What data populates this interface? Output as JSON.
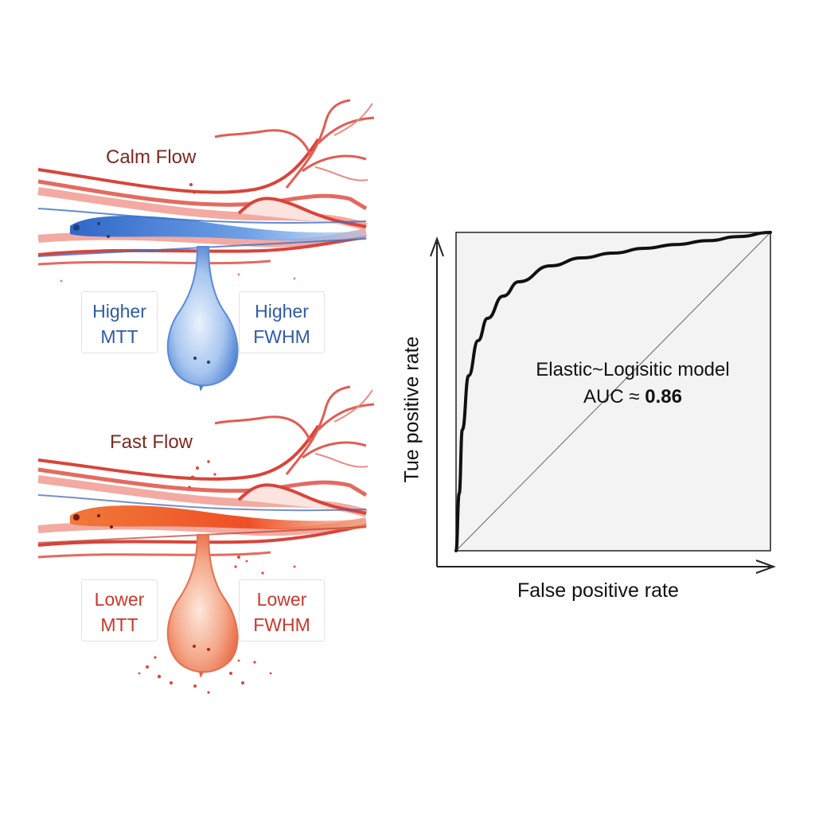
{
  "calm_flow": {
    "title": "Calm Flow",
    "left_label": {
      "line1": "Higher",
      "line2": "MTT"
    },
    "right_label": {
      "line1": "Higher",
      "line2": "FWHM"
    }
  },
  "fast_flow": {
    "title": "Fast Flow",
    "left_label": {
      "line1": "Lower",
      "line2": "MTT"
    },
    "right_label": {
      "line1": "Lower",
      "line2": "FWHM"
    }
  },
  "chart_data": {
    "type": "line",
    "xlabel": "False positive rate",
    "ylabel": "Tue positive rate",
    "xlim": [
      0,
      1
    ],
    "ylim": [
      0,
      1
    ],
    "grid": false,
    "annotation": {
      "model": "Elastic~Logisitic model",
      "auc_prefix": "AUC ≈ ",
      "auc_value": "0.86"
    },
    "series": [
      {
        "x": [
          0,
          0.01,
          0.02,
          0.04,
          0.07,
          0.1,
          0.15,
          0.2,
          0.3,
          0.4,
          0.5,
          0.6,
          0.7,
          0.8,
          0.9,
          1.0
        ],
        "y": [
          0,
          0.18,
          0.38,
          0.55,
          0.66,
          0.73,
          0.8,
          0.845,
          0.895,
          0.92,
          0.935,
          0.95,
          0.962,
          0.974,
          0.987,
          1.0
        ]
      }
    ],
    "reference_line": {
      "x": [
        0,
        1
      ],
      "y": [
        0,
        1
      ]
    }
  },
  "colors": {
    "vessel_red": "#d9443a",
    "vessel_light": "#f3b5ae",
    "calm_blue": "#3a76d2",
    "fast_orange": "#ee5a2c",
    "roc_curve": "#111111"
  }
}
